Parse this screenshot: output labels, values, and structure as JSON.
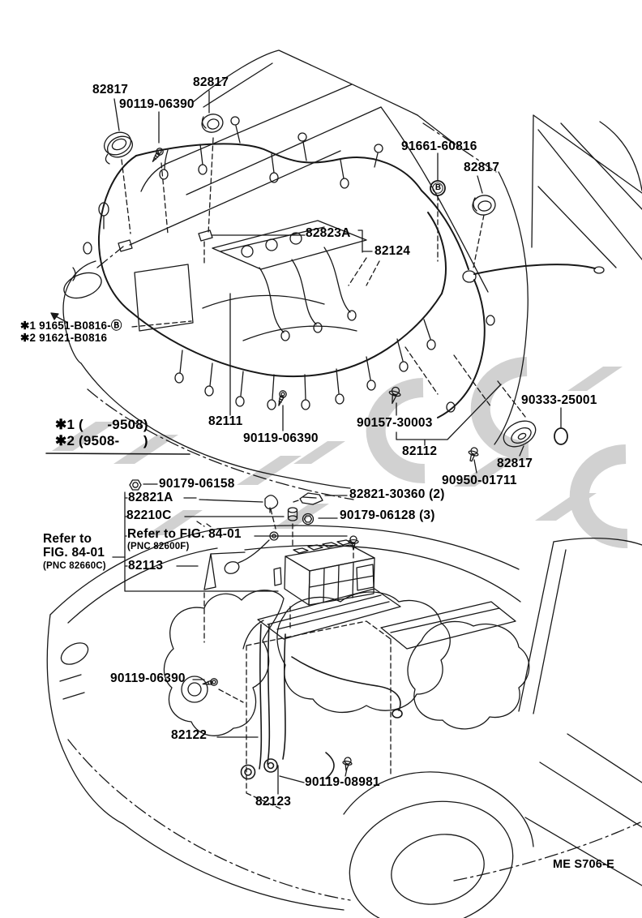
{
  "doc": {
    "type": "parts-catalog-figure",
    "figure_code": "ME S706-E",
    "line_color": "#181818",
    "watermark_color": "#c9c9c9"
  },
  "labels": {
    "p82817_cowl_left": "82817",
    "p90119_06390_top": "90119-06390",
    "p82817_cowl_mid": "82817",
    "p91661_60816": "91661-60816",
    "p82817_firewall": "82817",
    "p82823A": "82823A",
    "p82124": "82124",
    "note_variant1": "✱1 91651-B0816-Ⓑ",
    "note_variant2": "✱2 91621-B0816",
    "range1": "✱1 (      -9508)",
    "range2": "✱2 (9508-      )",
    "p82111": "82111",
    "p90119_06390_mid": "90119-06390",
    "p90157_30003": "90157-30003",
    "p82112": "82112",
    "p90333_25001": "90333-25001",
    "p82817_side": "82817",
    "p90950_01711": "90950-01711",
    "p90179_06158": "90179-06158",
    "p82821A": "82821A",
    "p82821_30360": "82821-30360 (2)",
    "p82210C": "82210C",
    "p90179_06128": "90179-06128 (3)",
    "refer_left_1": "Refer to",
    "refer_left_2": "FIG. 84-01",
    "refer_left_3": "(PNC 82660C)",
    "refer_right_1": "Refer to FIG. 84-01",
    "refer_right_2": "(PNC 82600F)",
    "p82113": "82113",
    "p90119_06390_low": "90119-06390",
    "p82122": "82122",
    "p90119_08981": "90119-08981",
    "p82123": "82123",
    "figure_code": "ME S706-E",
    "circled_b": "B"
  }
}
